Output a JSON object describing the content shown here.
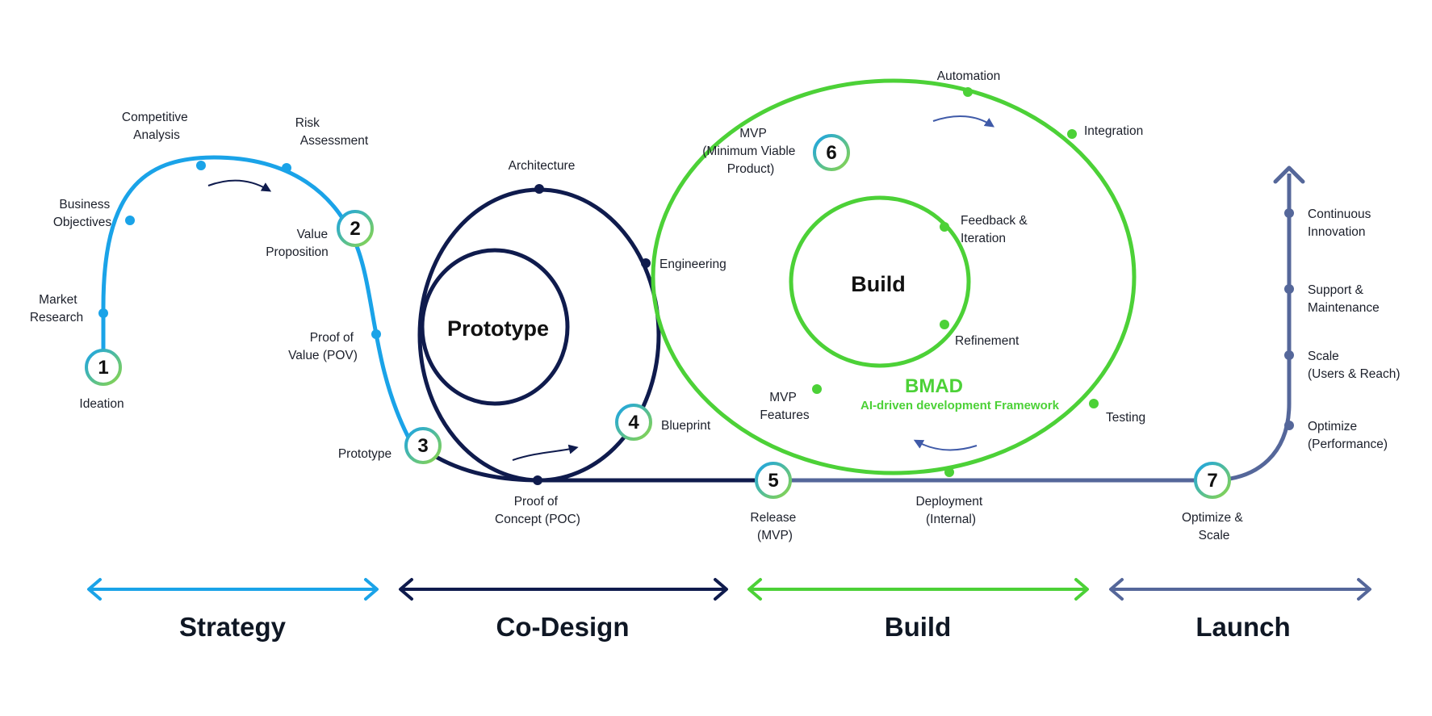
{
  "colors": {
    "strategy": "#1aa3e8",
    "codesign": "#0f1b4d",
    "build": "#4cd137",
    "launch": "#55679a",
    "badge_ring_start": "#1aa3e8",
    "badge_ring_end": "#8bd64a"
  },
  "phases": {
    "strategy": "Strategy",
    "codesign": "Co-Design",
    "build": "Build",
    "launch": "Launch"
  },
  "steps": {
    "s1": "1",
    "s2": "2",
    "s3": "3",
    "s4": "4",
    "s5": "5",
    "s6": "6",
    "s7": "7"
  },
  "labels": {
    "ideation": "Ideation",
    "market_research": [
      "Market",
      "Research"
    ],
    "business_objectives": [
      "Business",
      "Objectives"
    ],
    "competitive_analysis": [
      "Competitive",
      "Analysis"
    ],
    "risk_assessment": [
      "Risk",
      "Assessment"
    ],
    "value_proposition": [
      "Value",
      "Proposition"
    ],
    "proof_of_value": [
      "Proof of",
      "Value (POV)"
    ],
    "prototype": "Prototype",
    "architecture": "Architecture",
    "engineering": "Engineering",
    "blueprint": "Blueprint",
    "proof_of_concept": [
      "Proof of",
      "Concept (POC)"
    ],
    "release": [
      "Release",
      "(MVP)"
    ],
    "mvp": [
      "MVP",
      "(Minimum Viable",
      "Product)"
    ],
    "automation": "Automation",
    "integration": "Integration",
    "feedback_iteration": [
      "Feedback &",
      "Iteration"
    ],
    "refinement": "Refinement",
    "mvp_features": [
      "MVP",
      "Features"
    ],
    "testing": "Testing",
    "deployment": [
      "Deployment",
      "(Internal)"
    ],
    "optimize_scale": [
      "Optimize &",
      "Scale"
    ],
    "continuous_innovation": [
      "Continuous",
      "Innovation"
    ],
    "support_maintenance": [
      "Support &",
      "Maintenance"
    ],
    "scale_users": [
      "Scale",
      "(Users & Reach)"
    ],
    "optimize_performance": [
      "Optimize",
      "(Performance)"
    ]
  },
  "centers": {
    "prototype": "Prototype",
    "build": "Build",
    "bmad_title": "BMAD",
    "bmad_subtitle": "AI-driven development Framework"
  }
}
